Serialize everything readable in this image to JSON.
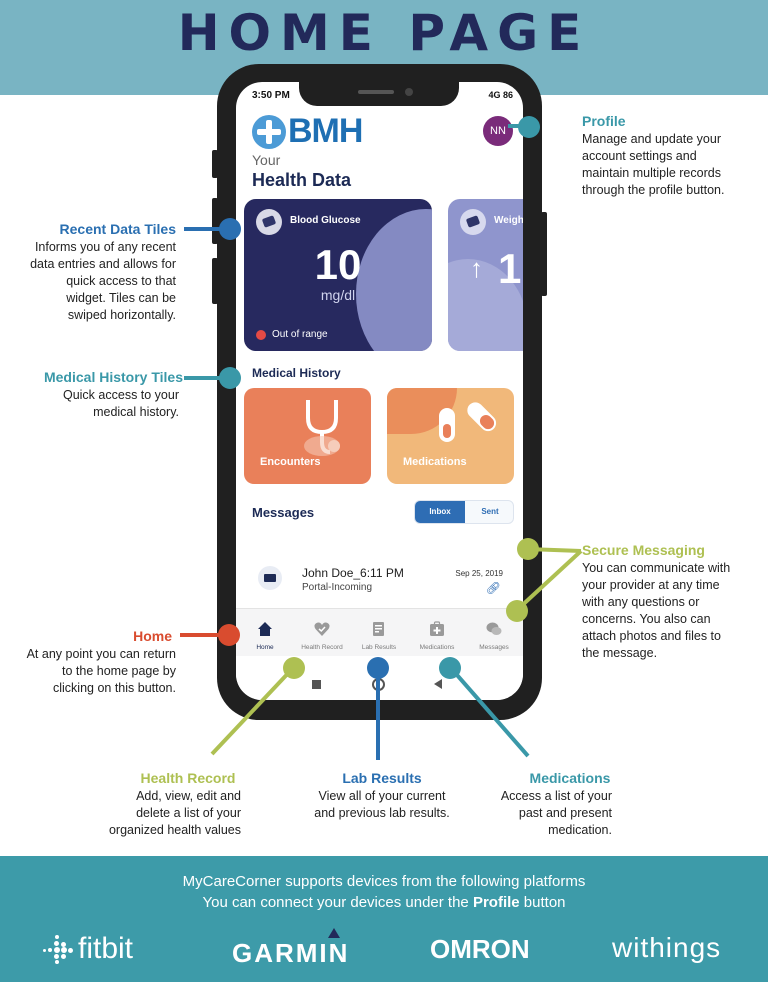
{
  "header": {
    "title": "HOME PAGE"
  },
  "annotations": {
    "profile": {
      "title": "Profile",
      "lines": [
        "Manage and update your",
        "account settings and",
        "maintain multiple records",
        "through the profile button."
      ]
    },
    "recent_data_tiles": {
      "title": "Recent Data Tiles",
      "lines": [
        "Informs you of any recent",
        "data entries and allows for",
        "quick access to that",
        "widget.  Tiles can be",
        "swiped horizontally."
      ]
    },
    "medical_history_tiles": {
      "title": "Medical History Tiles",
      "lines": [
        "Quick access to your",
        "medical history."
      ]
    },
    "secure_messaging": {
      "title": "Secure Messaging",
      "lines": [
        "You can communicate with",
        "your provider at any time",
        "with any questions or",
        "concerns.  You also can",
        "attach photos and files to",
        "the message."
      ]
    },
    "home": {
      "title": "Home",
      "lines": [
        "At any point you can return",
        "to the home page by",
        "clicking on this button."
      ]
    },
    "health_record": {
      "title": "Health Record",
      "lines": [
        "Add, view, edit and",
        "delete a list of your",
        "organized health values"
      ]
    },
    "lab_results": {
      "title": "Lab Results",
      "lines": [
        "View all of your current",
        "and previous lab results."
      ]
    },
    "medications": {
      "title": "Medications",
      "lines": [
        "Access a list of your",
        "past and present",
        "medication."
      ]
    }
  },
  "phone": {
    "status": {
      "time": "3:50 PM",
      "network": "4G 86"
    },
    "logo_text": "BMH",
    "avatar_initials": "NN",
    "greeting": "Your",
    "heading": "Health Data",
    "recent_tiles": [
      {
        "label": "Blood Glucose",
        "value": "10",
        "unit": "mg/dl",
        "status": "Out of range"
      },
      {
        "label": "Weigh",
        "value": "1"
      }
    ],
    "medical_history": {
      "title": "Medical History",
      "tiles": [
        {
          "label": "Encounters"
        },
        {
          "label": "Medications"
        }
      ]
    },
    "messages": {
      "title": "Messages",
      "toggle": {
        "inbox": "Inbox",
        "sent": "Sent"
      },
      "items": [
        {
          "sender": "John Doe_6:11 PM",
          "subtitle": "Portal-Incoming",
          "date": "Sep 25, 2019"
        }
      ]
    },
    "tabbar": [
      {
        "label": "Home",
        "icon": "home-icon"
      },
      {
        "label": "Health Record",
        "icon": "heart-check-icon"
      },
      {
        "label": "Lab Results",
        "icon": "lab-report-icon"
      },
      {
        "label": "Medications",
        "icon": "medical-kit-icon"
      },
      {
        "label": "Messages",
        "icon": "chat-bubbles-icon"
      }
    ]
  },
  "footer": {
    "line1": "MyCareCorner supports devices from the following platforms",
    "line2_prefix": "You can connect your devices under the ",
    "line2_bold": "Profile",
    "line2_suffix": " button",
    "brands": [
      "fitbit",
      "GARMIN",
      "OMRON",
      "withings"
    ]
  },
  "colors": {
    "banner_top": "#79b4c3",
    "banner_bottom": "#3d9ba9",
    "title": "#22295a",
    "teal": "#3a98a8",
    "blue": "#2a6fb1",
    "green": "#aec052",
    "red": "#d94c2f",
    "tile_navy": "#27295f",
    "encounters": "#e9805a",
    "medications_tile": "#f1b87a"
  }
}
